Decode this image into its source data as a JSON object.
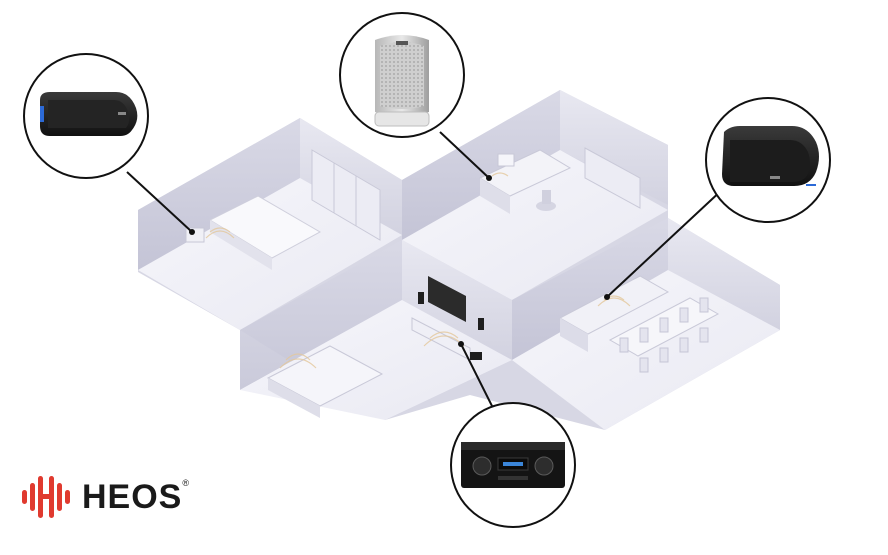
{
  "brand": {
    "name": "HEOS",
    "mark": "®",
    "logo_icon": "heos-waveform-logo-icon",
    "color": "#e03a2f"
  },
  "devices": [
    {
      "name": "bedroom-speaker",
      "icon": "wireless-speaker-icon",
      "finish": "black"
    },
    {
      "name": "office-speaker",
      "icon": "tower-speaker-icon",
      "finish": "white"
    },
    {
      "name": "dining-speaker",
      "icon": "wireless-speaker-icon",
      "finish": "black"
    },
    {
      "name": "living-room-receiver",
      "icon": "av-receiver-icon",
      "finish": "black"
    }
  ],
  "rooms": [
    "bedroom",
    "office",
    "living-room",
    "dining-room"
  ]
}
